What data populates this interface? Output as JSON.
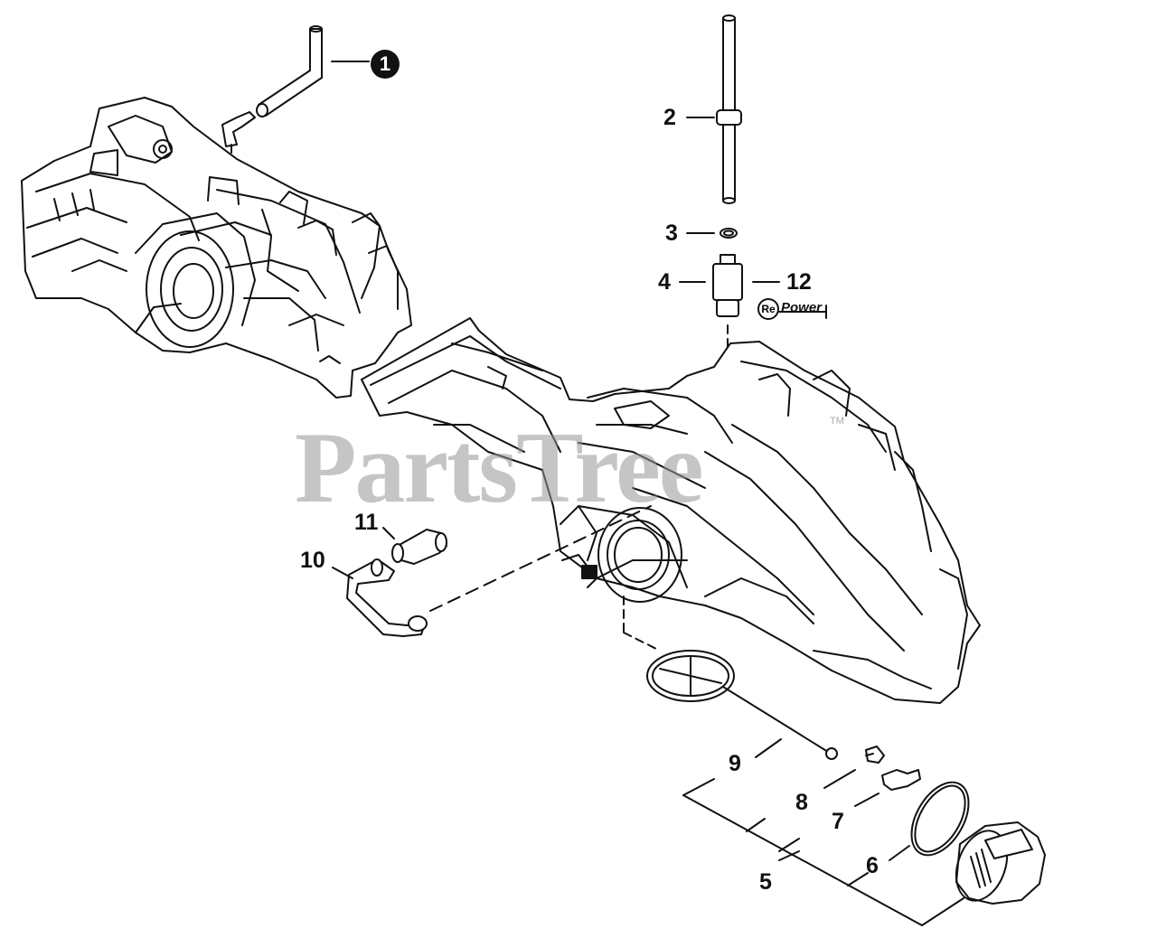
{
  "diagram": {
    "watermark": "PartsTree",
    "watermark_tm": "TM",
    "brand_logo": "RePower",
    "brand_logo_prefix": "Re",
    "brand_logo_suffix": "Power",
    "callouts": {
      "p1": "1",
      "p2": "2",
      "p3": "3",
      "p4": "4",
      "p5": "5",
      "p6": "6",
      "p7": "7",
      "p8": "8",
      "p9": "9",
      "p10": "10",
      "p11": "11",
      "p12": "12"
    }
  }
}
